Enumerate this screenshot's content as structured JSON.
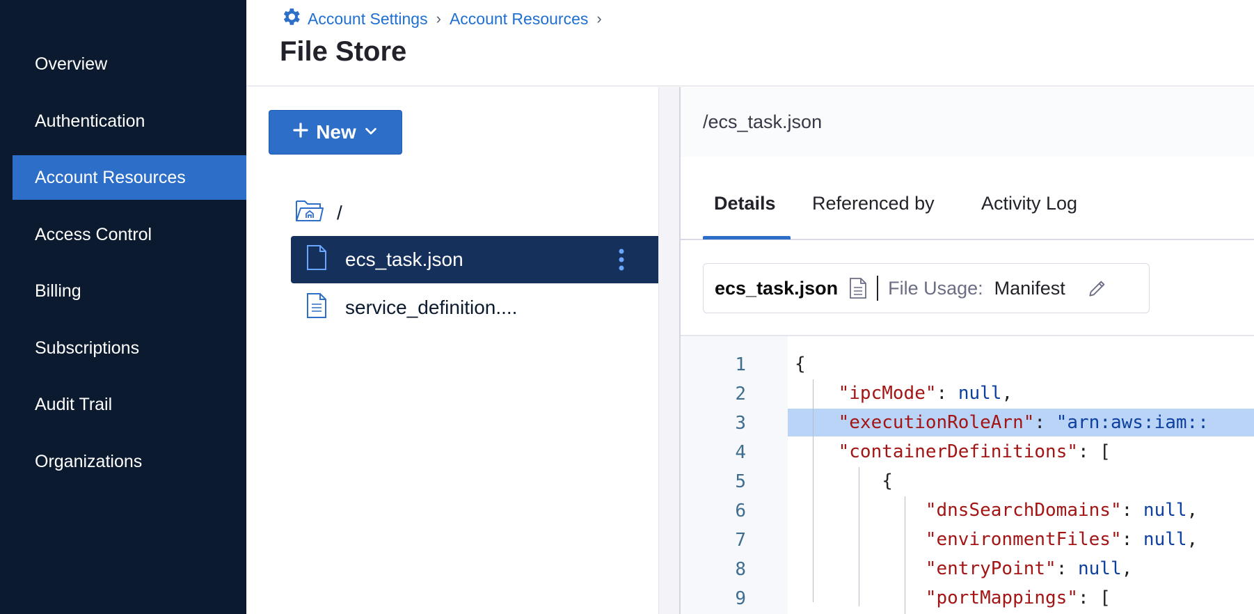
{
  "sidebar": {
    "items": [
      {
        "label": "Overview",
        "active": false
      },
      {
        "label": "Authentication",
        "active": false
      },
      {
        "label": "Account Resources",
        "active": true
      },
      {
        "label": "Access Control",
        "active": false
      },
      {
        "label": "Billing",
        "active": false
      },
      {
        "label": "Subscriptions",
        "active": false
      },
      {
        "label": "Audit Trail",
        "active": false
      },
      {
        "label": "Organizations",
        "active": false
      }
    ]
  },
  "header": {
    "breadcrumb": [
      "Account Settings",
      "Account Resources"
    ],
    "title": "File Store"
  },
  "tree": {
    "new_button": "New",
    "root": "/",
    "items": [
      {
        "name": "ecs_task.json",
        "selected": true
      },
      {
        "name": "service_definition....",
        "selected": false
      }
    ]
  },
  "detail": {
    "path": "/ecs_task.json",
    "tabs": [
      "Details",
      "Referenced by",
      "Activity Log"
    ],
    "active_tab": "Details",
    "file_name": "ecs_task.json",
    "usage_label": "File Usage:",
    "usage_value": "Manifest"
  },
  "editor": {
    "line_numbers": [
      "1",
      "2",
      "3",
      "4",
      "5",
      "6",
      "7",
      "8",
      "9"
    ],
    "lines": [
      {
        "indent": "",
        "key": "",
        "rest": "{",
        "highlight": false
      },
      {
        "indent": "    ",
        "key": "\"ipcMode\"",
        "rest": ": ",
        "value": "null",
        "tail": ",",
        "highlight": false
      },
      {
        "indent": "    ",
        "key": "\"executionRoleArn\"",
        "rest": ": ",
        "value": "\"arn:aws:iam::",
        "tail": "",
        "highlight": true
      },
      {
        "indent": "    ",
        "key": "\"containerDefinitions\"",
        "rest": ": [",
        "highlight": false
      },
      {
        "indent": "        ",
        "key": "",
        "rest": "{",
        "highlight": false
      },
      {
        "indent": "            ",
        "key": "\"dnsSearchDomains\"",
        "rest": ": ",
        "value": "null",
        "tail": ",",
        "highlight": false
      },
      {
        "indent": "            ",
        "key": "\"environmentFiles\"",
        "rest": ": ",
        "value": "null",
        "tail": ",",
        "highlight": false
      },
      {
        "indent": "            ",
        "key": "\"entryPoint\"",
        "rest": ": ",
        "value": "null",
        "tail": ",",
        "highlight": false
      },
      {
        "indent": "            ",
        "key": "\"portMappings\"",
        "rest": ": [",
        "highlight": false
      }
    ]
  },
  "colors": {
    "sidebar_bg": "#0b1a2e",
    "accent": "#2d6ec9",
    "selected_row": "#16305c",
    "json_key": "#a31515",
    "json_value": "#0d3fa0"
  }
}
